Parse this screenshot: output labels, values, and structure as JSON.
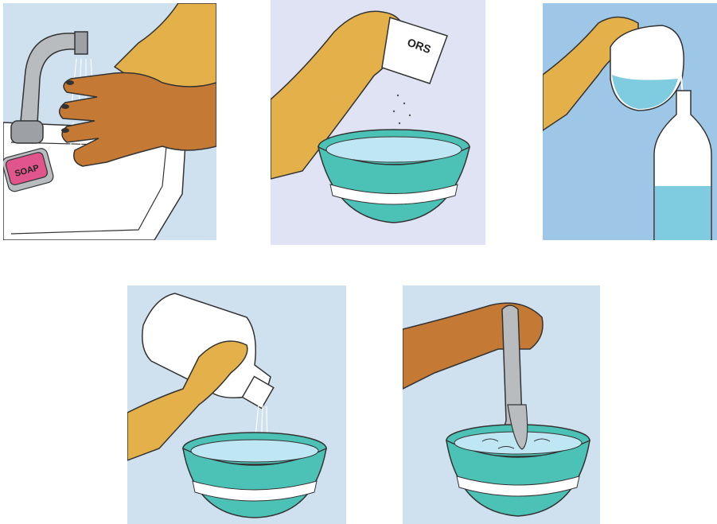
{
  "colors": {
    "bg_light_blue": "#cfe0ee",
    "bg_lavender": "#dfe3f3",
    "bg_sky": "#9ec6e6",
    "bowl_teal": "#4cc2b6",
    "water_blue": "#bfe7f3",
    "skin_light": "#e4b04a",
    "skin_dark": "#c47a35",
    "soap_pink": "#e0558b",
    "spoon_grey": "#b9bcbf"
  },
  "panels": [
    {
      "step": "wash-hands",
      "soap_label": "SOAP",
      "icons": [
        "tap-icon",
        "hands-icon",
        "soap-bar-icon",
        "sink-icon"
      ]
    },
    {
      "step": "empty-ors-packet",
      "packet_label": "ORS",
      "icons": [
        "hand-icon",
        "ors-packet-icon",
        "bowl-icon"
      ]
    },
    {
      "step": "measure-water",
      "icons": [
        "hand-icon",
        "jug-icon",
        "bottle-icon"
      ]
    },
    {
      "step": "pour-water",
      "icons": [
        "hand-icon",
        "bottle-icon",
        "bowl-icon"
      ]
    },
    {
      "step": "stir-solution",
      "icons": [
        "hand-icon",
        "spoon-icon",
        "bowl-icon"
      ]
    }
  ]
}
